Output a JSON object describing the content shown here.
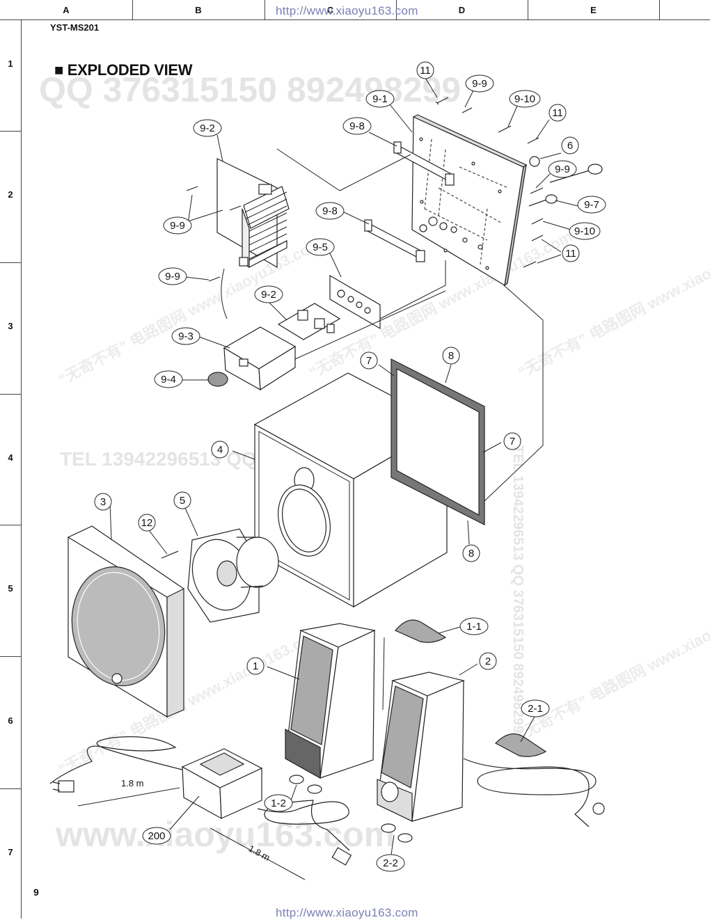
{
  "grid": {
    "columns": [
      "A",
      "B",
      "C",
      "D",
      "E"
    ],
    "rows": [
      "1",
      "2",
      "3",
      "4",
      "5",
      "6",
      "7"
    ]
  },
  "header": {
    "url_top": "http://www.xiaoyu163.com",
    "model": "YST-MS201",
    "section_title": "■ EXPLODED VIEW"
  },
  "footer": {
    "page_number": "9",
    "url_bottom": "http://www.xiaoyu163.com"
  },
  "watermarks": {
    "qq_top": "QQ 376315150   892498299",
    "tel_middle": "TEL 13942296513   QQ 376315150   892498299",
    "bottom": "www.xiaoyu163.com",
    "side": "TEL 13942296513   QQ 376315150   892498299",
    "site_cn": "“无奇不有” 电路图网  www.xiaoyu163.com"
  },
  "callouts": {
    "c11a": "11",
    "c9_9a": "9-9",
    "c9_1": "9-1",
    "c9_10a": "9-10",
    "c11b": "11",
    "c9_8a": "9-8",
    "c9_2a": "9-2",
    "c6": "6",
    "c9_9b": "9-9",
    "c9_7": "9-7",
    "c9_9c": "9-9",
    "c9_8b": "9-8",
    "c9_10b": "9-10",
    "c11c": "11",
    "c9_5": "9-5",
    "c9_9d": "9-9",
    "c9_2b": "9-2",
    "c9_3": "9-3",
    "c7a": "7",
    "c8a": "8",
    "c9_4": "9-4",
    "c4": "4",
    "c7b": "7",
    "c3": "3",
    "c5": "5",
    "c12": "12",
    "c8b": "8",
    "c1_1": "1-1",
    "c1": "1",
    "c2": "2",
    "c2_1": "2-1",
    "c1_2": "1-2",
    "c200": "200",
    "c2_2": "2-2"
  },
  "dimensions": {
    "cord_ac": "1.8 m",
    "cord_dc": "1.8 m"
  }
}
